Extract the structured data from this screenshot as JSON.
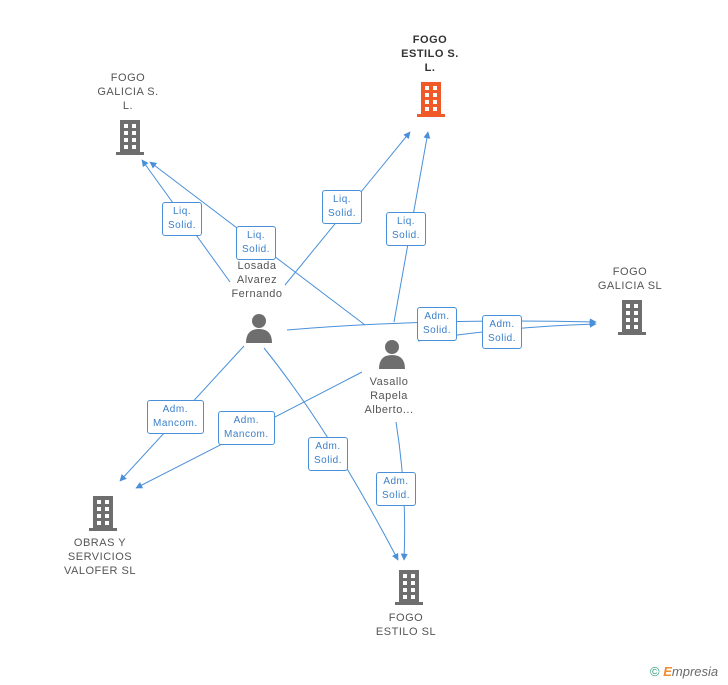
{
  "companies": {
    "fogo_estilo_s_l": {
      "label": "FOGO\nESTILO S.\nL.",
      "icon": "building-icon",
      "color": "#f05a28"
    },
    "fogo_galicia_s_l": {
      "label": "FOGO\nGALICIA S.\nL.",
      "icon": "building-icon",
      "color": "#6e6e6e"
    },
    "fogo_galicia_sl": {
      "label": "FOGO\nGALICIA  SL",
      "icon": "building-icon",
      "color": "#6e6e6e"
    },
    "obras_valofer": {
      "label": "OBRAS Y\nSERVICIOS\nVALOFER SL",
      "icon": "building-icon",
      "color": "#6e6e6e"
    },
    "fogo_estilo_sl": {
      "label": "FOGO\nESTILO  SL",
      "icon": "building-icon",
      "color": "#6e6e6e"
    }
  },
  "people": {
    "losada": {
      "label": "Losada\nAlvarez\nFernando",
      "icon": "person-icon",
      "color": "#6e6e6e"
    },
    "vasallo": {
      "label": "Vasallo\nRapela\nAlberto...",
      "icon": "person-icon",
      "color": "#6e6e6e"
    }
  },
  "edge_labels": {
    "liq_solid": "Liq.\nSolid.",
    "adm_solid": "Adm.\nSolid.",
    "adm_mancom": "Adm.\nMancom."
  },
  "colors": {
    "edge": "#4a90d9"
  },
  "watermark": {
    "copyright": "©",
    "e": "E",
    "brand": "mpresia"
  }
}
